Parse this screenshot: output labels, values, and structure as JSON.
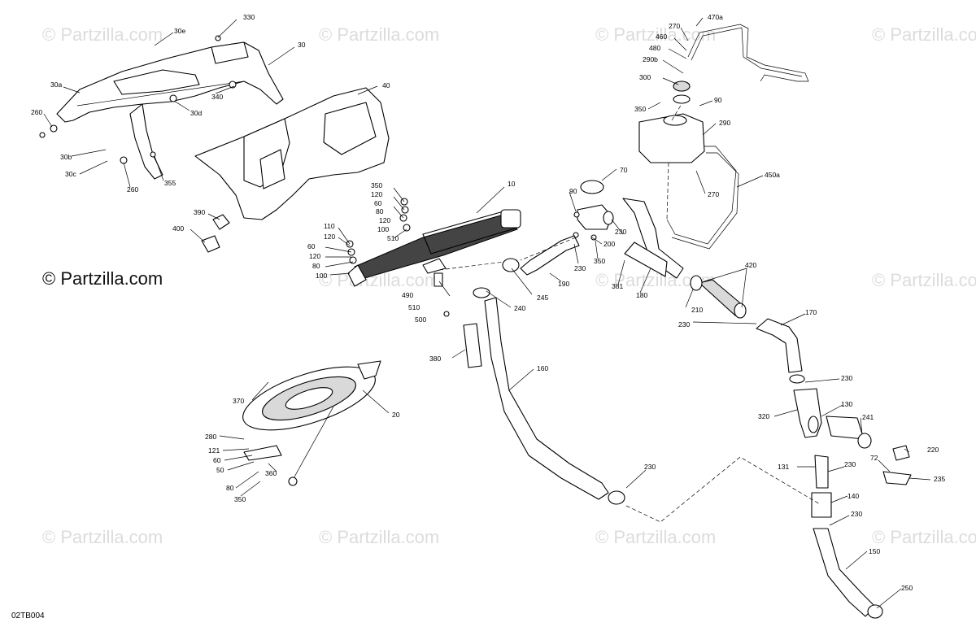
{
  "watermark": "© Partzilla.com",
  "watermark_prominent": "© Partzilla.com",
  "figure_code": "02TB004",
  "callouts": {
    "c330": "330",
    "c30e": "30e",
    "c30": "30",
    "c30a": "30a",
    "c340": "340",
    "c30d": "30d",
    "c260a": "260",
    "c30b": "30b",
    "c30c": "30c",
    "c260b": "260",
    "c355": "355",
    "c40": "40",
    "c390": "390",
    "c400": "400",
    "c350a": "350",
    "c120a": "120",
    "c60a": "60",
    "c80a": "80",
    "c120b": "120",
    "c100a": "100",
    "c510a": "510",
    "c110": "110",
    "c120c": "120",
    "c60b": "60",
    "c120d": "120",
    "c80b": "80",
    "c100b": "100",
    "c10": "10",
    "c490": "490",
    "c510b": "510",
    "c500": "500",
    "c245": "245",
    "c240": "240",
    "c380": "380",
    "c160": "160",
    "c190": "190",
    "c370": "370",
    "c20": "20",
    "c280": "280",
    "c121": "121",
    "c60c": "60",
    "c50": "50",
    "c80c": "80",
    "c360": "360",
    "c350b": "350",
    "c470a": "470a",
    "c270a": "270",
    "c460": "460",
    "c480": "480",
    "c290b": "290b",
    "c300": "300",
    "c350c": "350",
    "c90a": "90",
    "c290": "290",
    "c450a": "450a",
    "c270b": "270",
    "c70": "70",
    "c90b": "90",
    "c230a": "230",
    "c230b": "230",
    "c350d": "350",
    "c200": "200",
    "c381": "381",
    "c180": "180",
    "c420": "420",
    "c210": "210",
    "c230c": "230",
    "c170": "170",
    "c230d": "230",
    "c320": "320",
    "c130": "130",
    "c241": "241",
    "c220": "220",
    "c72": "72",
    "c235": "235",
    "c131": "131",
    "c230e": "230",
    "c140": "140",
    "c230f": "230",
    "c150": "150",
    "c250": "250",
    "c230g": "230"
  }
}
